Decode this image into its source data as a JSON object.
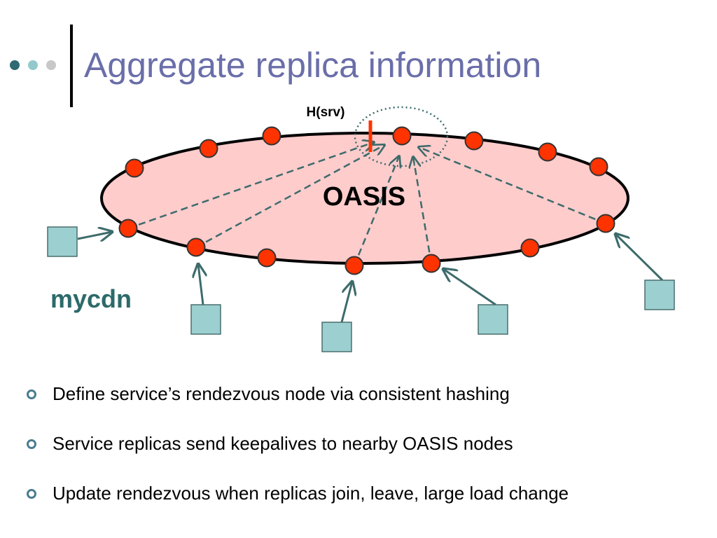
{
  "title": "Aggregate replica information",
  "title_dot_colors": [
    "#2f6a73",
    "#93c9cc",
    "#c8c8c8"
  ],
  "diagram": {
    "hash_label": "H(srv)",
    "ring_label": "OASIS",
    "client_label": "mycdn",
    "colors": {
      "ring_fill": "#ffcccc",
      "ring_stroke": "#000000",
      "node_fill": "#ff3300",
      "node_stroke": "#333333",
      "replica_fill": "#9ccfcf",
      "replica_stroke": "#4a6f6f",
      "arrow": "#3d6b6b",
      "hash_marker": "#ff3300",
      "client_label": "#2d6a6a"
    }
  },
  "bullets": [
    "Define service’s rendezvous node via consistent hashing",
    "Service replicas send keepalives to nearby OASIS nodes",
    "Update rendezvous when replicas join, leave, large load change"
  ]
}
